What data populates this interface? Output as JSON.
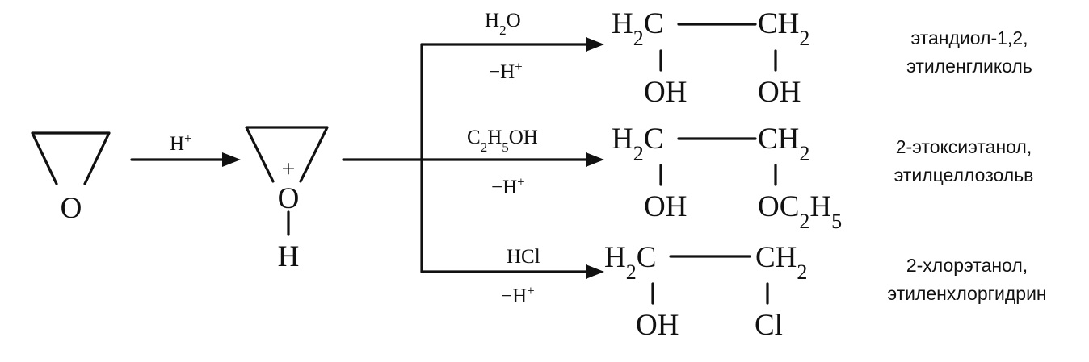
{
  "reactant": {
    "ring_atom": "O"
  },
  "step1": {
    "reagent": "H",
    "reagent_charge": "+"
  },
  "intermediate": {
    "charge": "+",
    "ring_atom": "O",
    "substituent": "H"
  },
  "branches": [
    {
      "reagent": {
        "main": "H",
        "sub": "2",
        "tail": "O"
      },
      "loss": {
        "main": "−H",
        "sup": "+"
      },
      "product": {
        "left_top": {
          "main": "H",
          "sub": "2",
          "tail": "C"
        },
        "right_top": {
          "main": "CH",
          "sub": "2"
        },
        "left_bottom": "OH",
        "right_bottom": {
          "main": "OH",
          "sub": "",
          "tail": ""
        }
      },
      "names": [
        "этандиол-1,2,",
        "этиленгликоль"
      ]
    },
    {
      "reagent": {
        "main": "C",
        "sub": "2",
        "mid": "H",
        "sub2": "5",
        "tail": "OH"
      },
      "loss": {
        "main": "−H",
        "sup": "+"
      },
      "product": {
        "left_top": {
          "main": "H",
          "sub": "2",
          "tail": "C"
        },
        "right_top": {
          "main": "CH",
          "sub": "2"
        },
        "left_bottom": "OH",
        "right_bottom": {
          "main": "OC",
          "sub": "2",
          "tail": "H",
          "sub2": "5"
        }
      },
      "names": [
        "2-этоксиэтанол,",
        "этилцеллозольв"
      ]
    },
    {
      "reagent": {
        "main": "HCl",
        "sub": "",
        "tail": ""
      },
      "loss": {
        "main": "−H",
        "sup": "+"
      },
      "product": {
        "left_top": {
          "main": "H",
          "sub": "2",
          "tail": "C"
        },
        "right_top": {
          "main": "CH",
          "sub": "2"
        },
        "left_bottom": "OH",
        "right_bottom": {
          "main": "Cl",
          "sub": "",
          "tail": ""
        }
      },
      "names": [
        "2-хлорэтанол,",
        "этиленхлоргидрин"
      ]
    }
  ]
}
